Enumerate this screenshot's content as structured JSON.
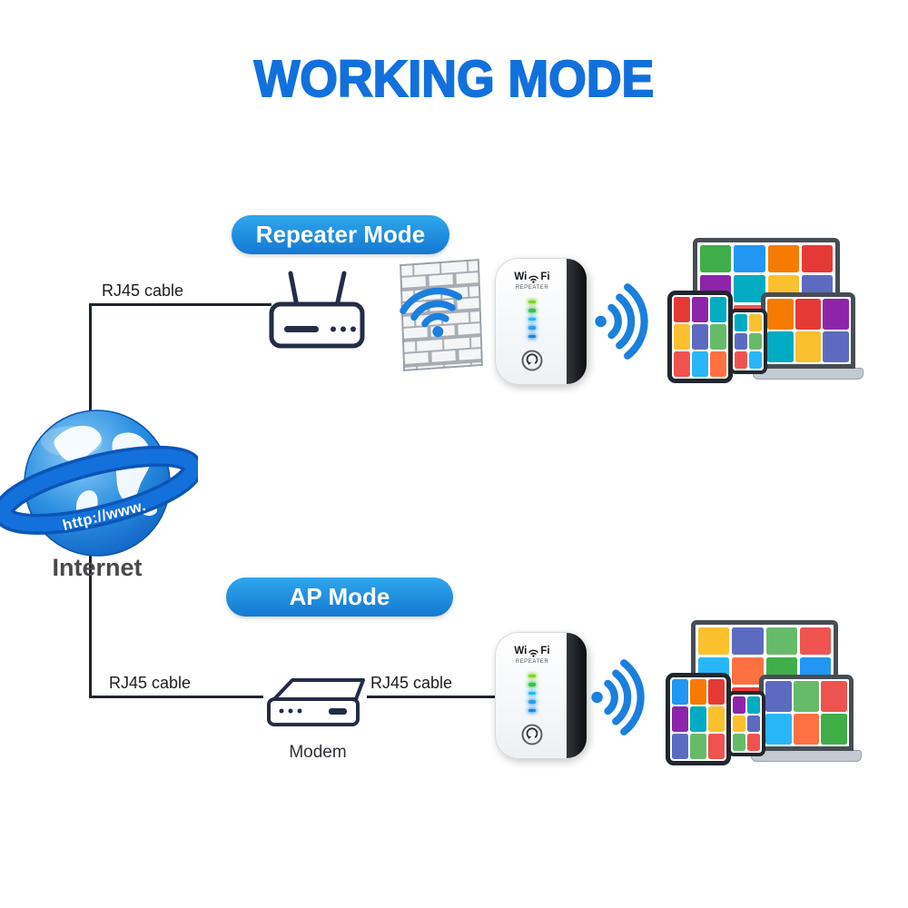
{
  "title": "WORKING MODE",
  "modes": {
    "repeater": {
      "badge": "Repeater Mode"
    },
    "ap": {
      "badge": "AP Mode"
    }
  },
  "labels": {
    "rj45_top": "RJ45 cable",
    "rj45_bottom_left": "RJ45 cable",
    "rj45_bottom_right": "RJ45 cable",
    "internet": "Internet",
    "modem": "Modem"
  },
  "globe": {
    "banner": "http://www."
  },
  "device": {
    "brand_left": "Wi",
    "brand_right": "Fi",
    "model": "REPEATER",
    "led_colors": [
      "#7ed321",
      "#35c24d",
      "#29b6f6",
      "#2f9bf0",
      "#1e88e5"
    ]
  },
  "palette": {
    "accent": "#1478d2",
    "title": "#1270dd",
    "line": "#1e242c",
    "wifi": "#1b7fdd",
    "tiles": [
      "#3fae49",
      "#2196f3",
      "#f57c00",
      "#e53935",
      "#8e24aa",
      "#00acc1",
      "#fbc02d",
      "#5c6bc0",
      "#66bb6a",
      "#ef5350",
      "#29b6f6",
      "#ff7043"
    ]
  }
}
